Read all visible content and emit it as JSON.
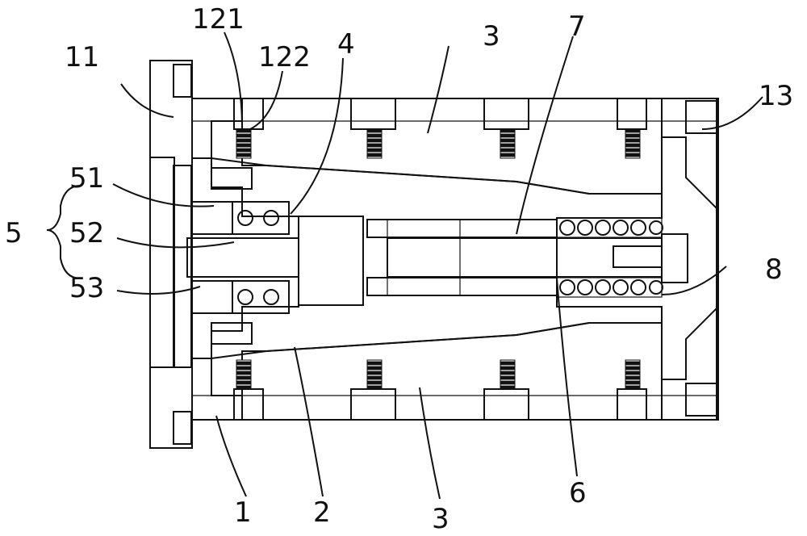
{
  "labels": {
    "l1": "1",
    "l2": "2",
    "l3_top": "3",
    "l3_bottom": "3",
    "l4": "4",
    "l5": "5",
    "l6": "6",
    "l7": "7",
    "l8": "8",
    "l11": "11",
    "l13": "13",
    "l51": "51",
    "l52": "52",
    "l53": "53",
    "l121": "121",
    "l122": "122"
  },
  "colors": {
    "ink": "#111111",
    "paper": "#ffffff"
  }
}
